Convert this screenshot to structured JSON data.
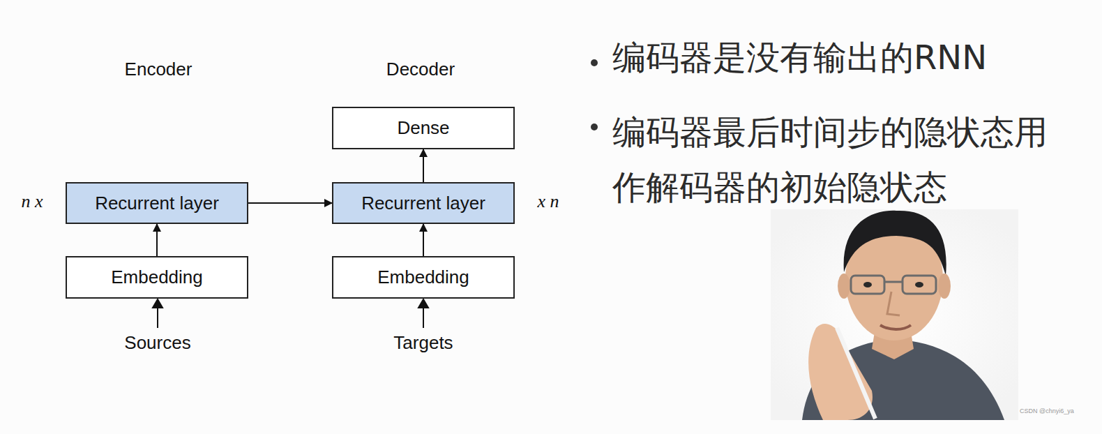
{
  "diagram": {
    "nodes": [
      {
        "text": [
          "Dense"
        ]
      },
      {
        "text": [
          "Recurrent layer"
        ]
      },
      {
        "text": [
          "Recurrent layer"
        ]
      },
      {
        "text": [
          "Embedding"
        ]
      },
      {
        "text": [
          "Embedding"
        ]
      }
    ],
    "edges": [
      {
        "from": 3,
        "to": 1,
        "arrow": "to"
      },
      {
        "from": 1,
        "to": 2,
        "arrow": "to"
      },
      {
        "from": 4,
        "to": 2,
        "arrow": "to"
      },
      {
        "from": 2,
        "to": 0,
        "arrow": "to"
      }
    ],
    "labels": [
      "Encoder",
      "Decoder",
      "n x",
      "x n",
      "Sources",
      "Targets",
      "编码器是没有输出的RNN",
      "编码器最后时间步的隐状态用作解码器的初始隐状态",
      "CSDN @chnyi6_ya"
    ]
  }
}
